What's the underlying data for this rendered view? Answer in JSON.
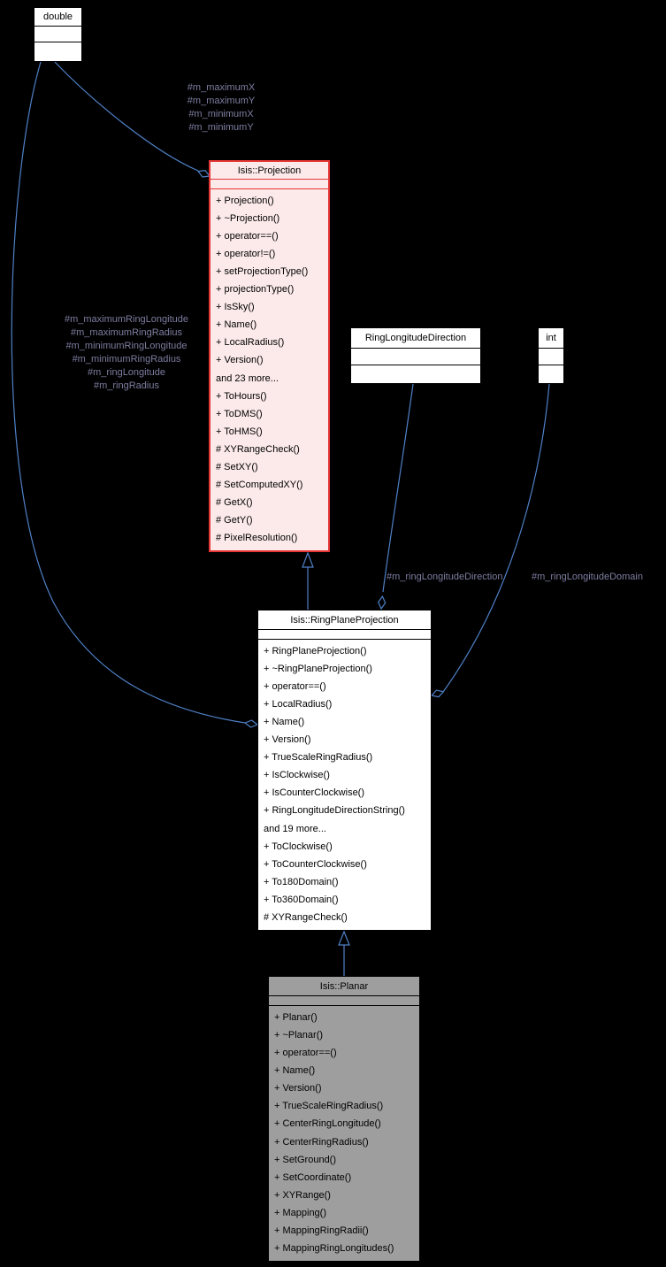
{
  "classes": {
    "double": {
      "name": "double"
    },
    "projection": {
      "name": "Isis::Projection",
      "methods": [
        "+ Projection()",
        "+ ~Projection()",
        "+ operator==()",
        "+ operator!=()",
        "+ setProjectionType()",
        "+ projectionType()",
        "+ IsSky()",
        "+ Name()",
        "+ LocalRadius()",
        "+ Version()",
        "and 23 more...",
        "+ ToHours()",
        "+ ToDMS()",
        "+ ToHMS()",
        "# XYRangeCheck()",
        "# SetXY()",
        "# SetComputedXY()",
        "# GetX()",
        "# GetY()",
        "# PixelResolution()"
      ]
    },
    "ring_longitude_direction": {
      "name": "RingLongitudeDirection"
    },
    "int": {
      "name": "int"
    },
    "ring_plane_projection": {
      "name": "Isis::RingPlaneProjection",
      "methods": [
        "+ RingPlaneProjection()",
        "+ ~RingPlaneProjection()",
        "+ operator==()",
        "+ LocalRadius()",
        "+ Name()",
        "+ Version()",
        "+ TrueScaleRingRadius()",
        "+ IsClockwise()",
        "+ IsCounterClockwise()",
        "+ RingLongitudeDirectionString()",
        "and 19 more...",
        "+ ToClockwise()",
        "+ ToCounterClockwise()",
        "+ To180Domain()",
        "+ To360Domain()",
        "# XYRangeCheck()"
      ]
    },
    "planar": {
      "name": "Isis::Planar",
      "methods": [
        "+ Planar()",
        "+ ~Planar()",
        "+ operator==()",
        "+ Name()",
        "+ Version()",
        "+ TrueScaleRingRadius()",
        "+ CenterRingLongitude()",
        "+ CenterRingRadius()",
        "+ SetGround()",
        "+ SetCoordinate()",
        "+ XYRange()",
        "+ Mapping()",
        "+ MappingRingRadii()",
        "+ MappingRingLongitudes()"
      ]
    }
  },
  "edge_labels": {
    "double_to_projection": [
      "#m_maximumX",
      "#m_maximumY",
      "#m_minimumX",
      "#m_minimumY"
    ],
    "double_to_ring_plane": [
      "#m_maximumRingLongitude",
      "#m_maximumRingRadius",
      "#m_minimumRingLongitude",
      "#m_minimumRingRadius",
      "#m_ringLongitude",
      "#m_ringRadius"
    ],
    "ring_longitude_direction_to_ring_plane": "#m_ringLongitudeDirection",
    "int_to_ring_plane": "#m_ringLongitudeDomain"
  },
  "colors": {
    "background": "#000000",
    "edge": "#4f81c7",
    "edge_label": "#7d7da1",
    "highlight_border": "#e53535",
    "highlight_fill": "#fceaea",
    "node_fill": "#ffffff",
    "planar_fill": "#9e9e9e"
  }
}
